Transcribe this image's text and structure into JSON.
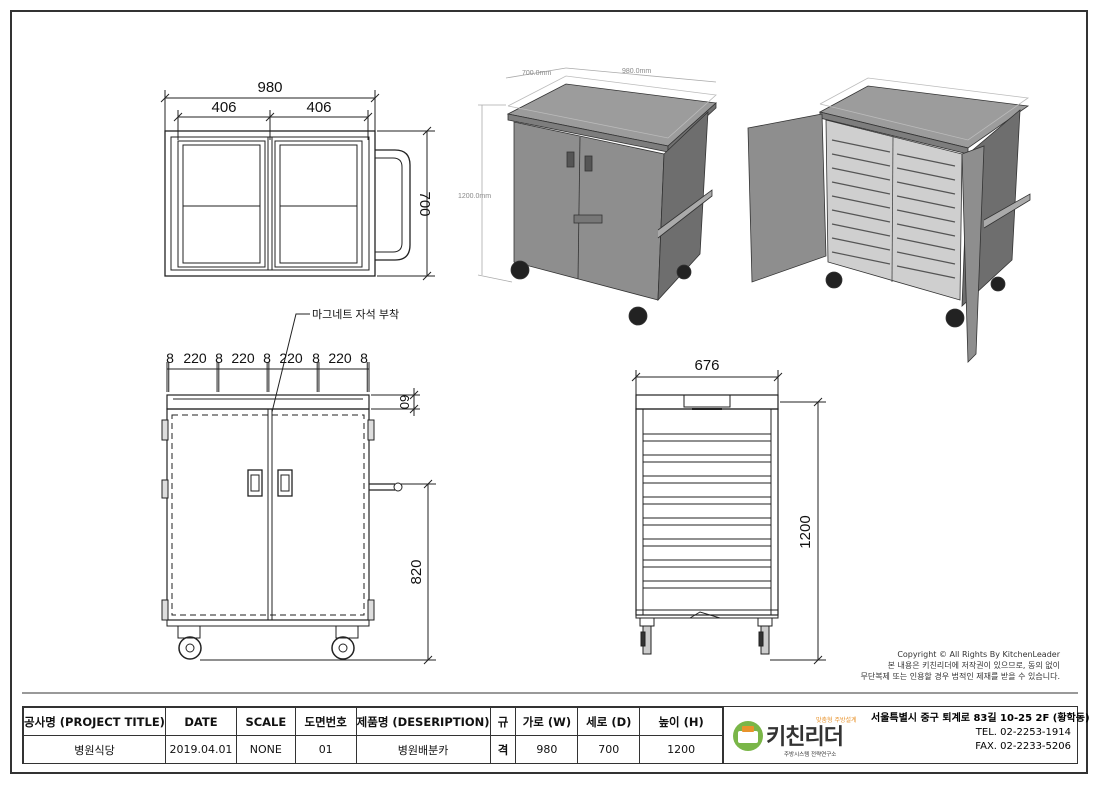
{
  "plan_view": {
    "overall_width": "980",
    "half_left": "406",
    "half_right": "406",
    "depth": "700"
  },
  "front_view": {
    "segments": [
      "8",
      "220",
      "8",
      "220",
      "8",
      "220",
      "8",
      "220",
      "8"
    ],
    "top_height": "60",
    "handle_height": "820",
    "magnet_note": "마그네트 자석 부착"
  },
  "side_view": {
    "depth": "676",
    "height": "1200"
  },
  "iso_view": {
    "depth_label": "700.0mm",
    "width_label": "980.0mm",
    "height_label": "1200.0mm"
  },
  "copyright": {
    "line1": "Copyright © All Rights By KitchenLeader",
    "line2": "본 내용은 키친리더에 저작권이 있으므로, 동의 없이",
    "line3": "무단복제 또는 인용할 경우 법적인 제재를 받을 수 있습니다."
  },
  "title_block": {
    "headers": {
      "project": "공사명 (PROJECT TITLE)",
      "date": "DATE",
      "scale": "SCALE",
      "drawing_no": "도면번호",
      "description": "제품명 (DESERIPTION)",
      "spec_top": "규",
      "spec_bottom": "격",
      "width": "가로 (W)",
      "depth": "세로 (D)",
      "height": "높이 (H)"
    },
    "values": {
      "project": "병원식당",
      "date": "2019.04.01",
      "scale": "NONE",
      "drawing_no": "01",
      "description": "병원배분카",
      "width": "980",
      "depth": "700",
      "height": "1200"
    }
  },
  "brand": {
    "name": "키친리더",
    "slogan": "맞춤형 주방설계",
    "sub": "주방시스템 전략연구소"
  },
  "contact": {
    "address": "서울특별시 중구 퇴계로 83길 10-25 2F (황학동)",
    "tel": "TEL. 02-2253-1914",
    "fax": "FAX. 02-2233-5206"
  },
  "colors": {
    "line": "#222222",
    "panel": "#8d8d8d",
    "panel_dark": "#6f6f6f",
    "top": "#9a9a9a",
    "brand_green": "#7ab648",
    "brand_orange": "#e8932c"
  }
}
